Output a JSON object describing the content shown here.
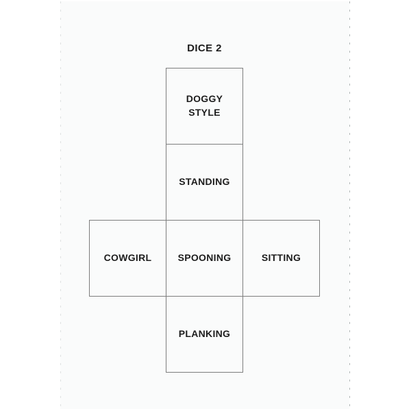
{
  "page": {
    "title": "DICE 2",
    "colors": {
      "canvas_bg": "#ffffff",
      "sheet_bg": "#fafbfb",
      "cell_border": "#7d7d7d",
      "text": "#1d1d1d",
      "cut_line": "#aab0b0"
    }
  },
  "dice_net": {
    "faces": [
      {
        "id": "doggy-style",
        "label": "DOGGY\nSTYLE",
        "position": "top-of-column"
      },
      {
        "id": "standing",
        "label": "STANDING",
        "position": "second-in-column"
      },
      {
        "id": "cowgirl",
        "label": "COWGIRL",
        "position": "middle-row-left"
      },
      {
        "id": "spooning",
        "label": "SPOONING",
        "position": "middle-row-center"
      },
      {
        "id": "sitting",
        "label": "SITTING",
        "position": "middle-row-right"
      },
      {
        "id": "planking",
        "label": "PLANKING",
        "position": "bottom-of-column"
      }
    ]
  }
}
